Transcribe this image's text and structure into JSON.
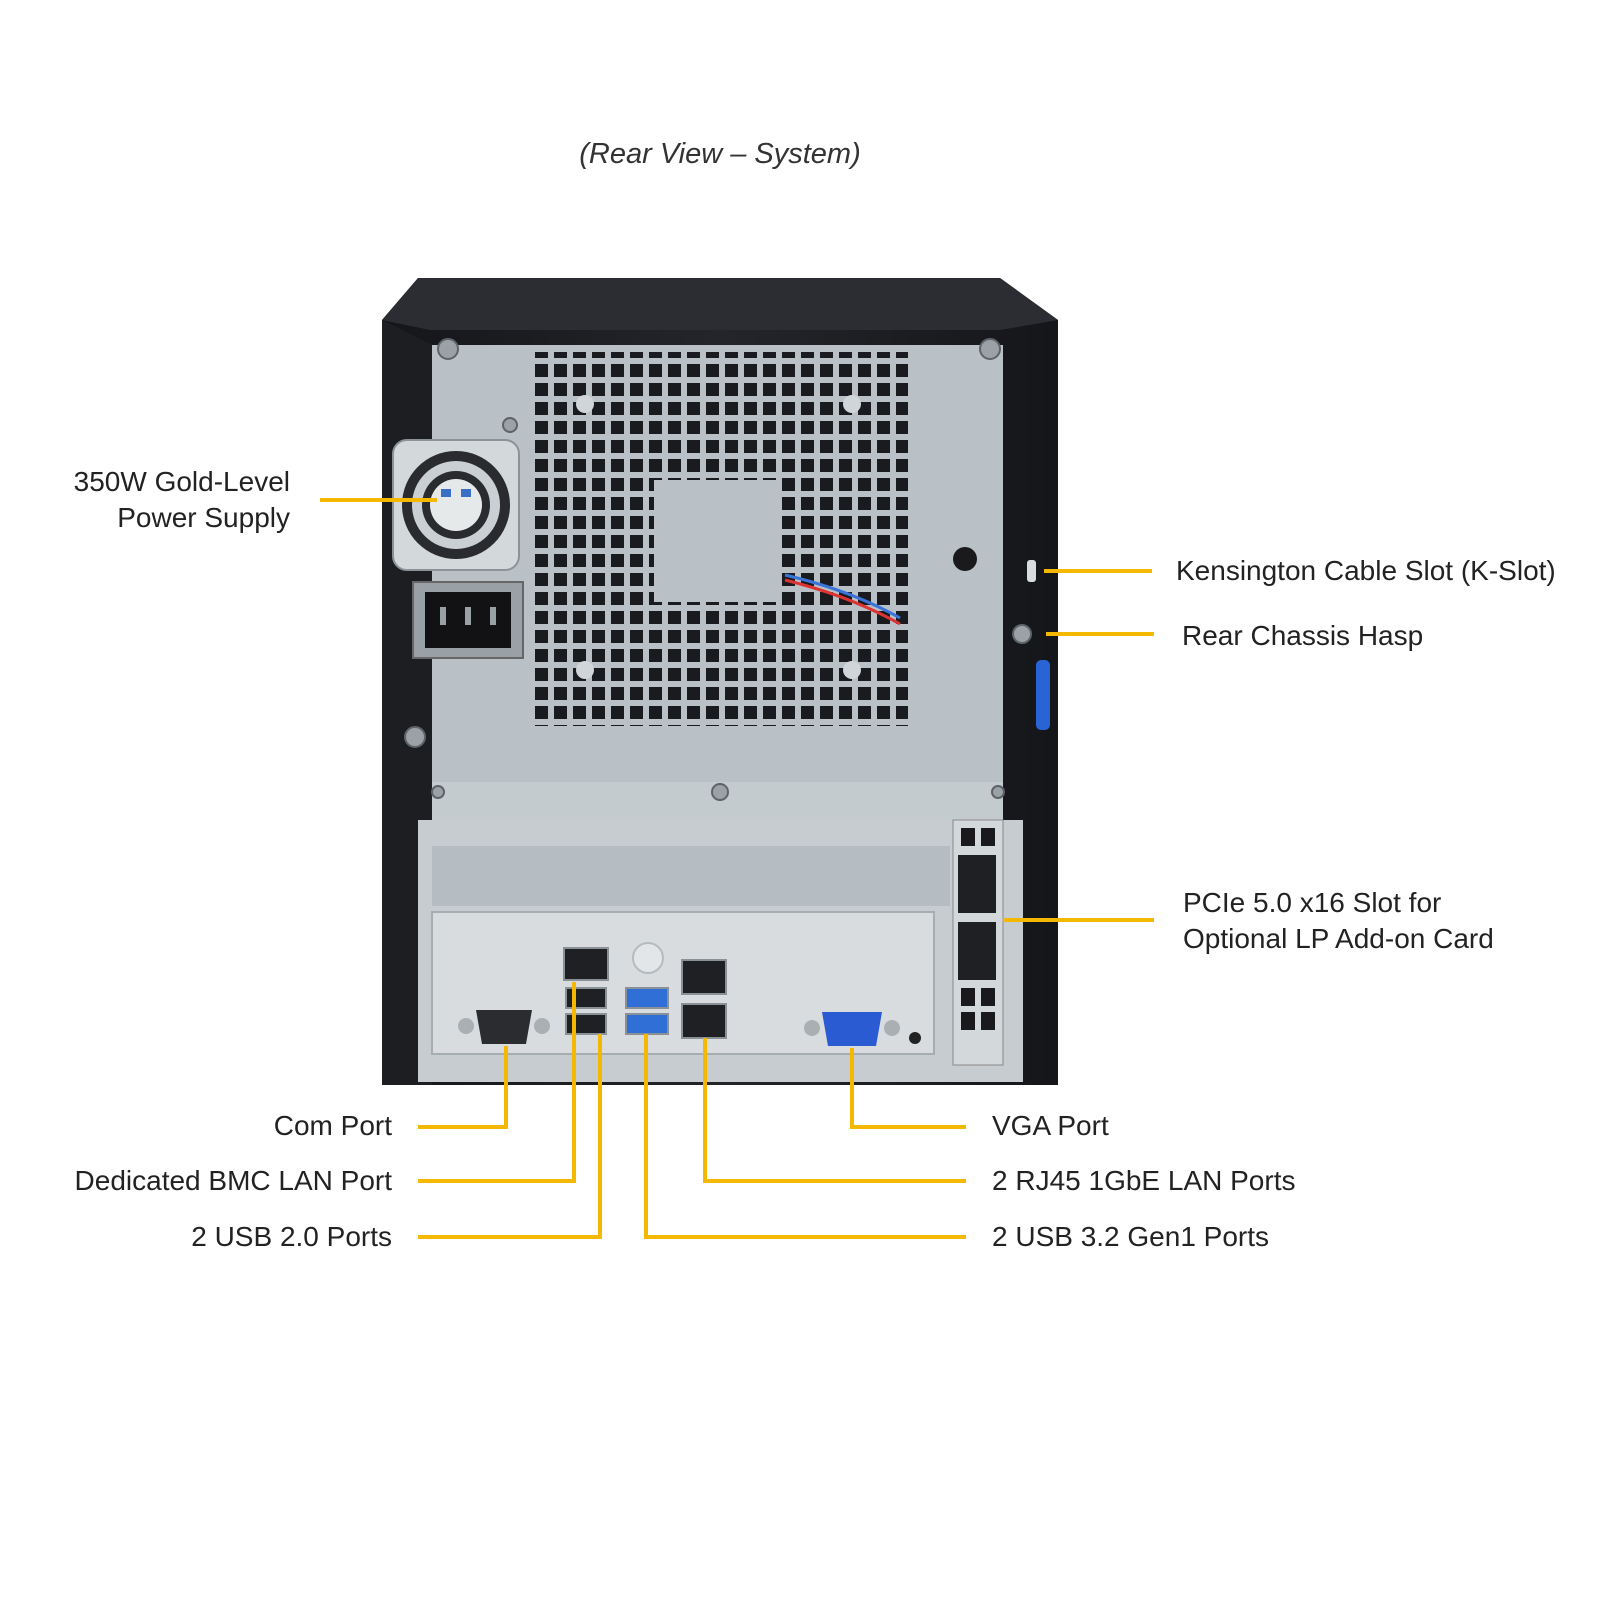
{
  "caption": "(Rear View – System)",
  "callouts": {
    "power_supply": "350W Gold-Level\nPower Supply",
    "kensington_slot": "Kensington  Cable Slot (K-Slot)",
    "rear_hasp": "Rear Chassis Hasp",
    "pcie_slot": "PCIe 5.0 x16 Slot for\nOptional  LP Add-on Card",
    "com_port": "Com Port",
    "bmc_lan": "Dedicated BMC LAN Port",
    "usb2": "2 USB 2.0 Ports",
    "vga": "VGA Port",
    "rj45": "2 RJ45  1GbE LAN Ports",
    "usb3": "2 USB 3.2 Gen1  Ports"
  },
  "colors": {
    "leader_line": "#f5b800",
    "chassis": "#1c1d21",
    "panel": "#b9c1c6",
    "io_shield": "#d8dcde",
    "usb3_blue": "#2f6fd6",
    "vga_blue": "#2a5bd3",
    "hasp_blue": "#2a63d4"
  }
}
